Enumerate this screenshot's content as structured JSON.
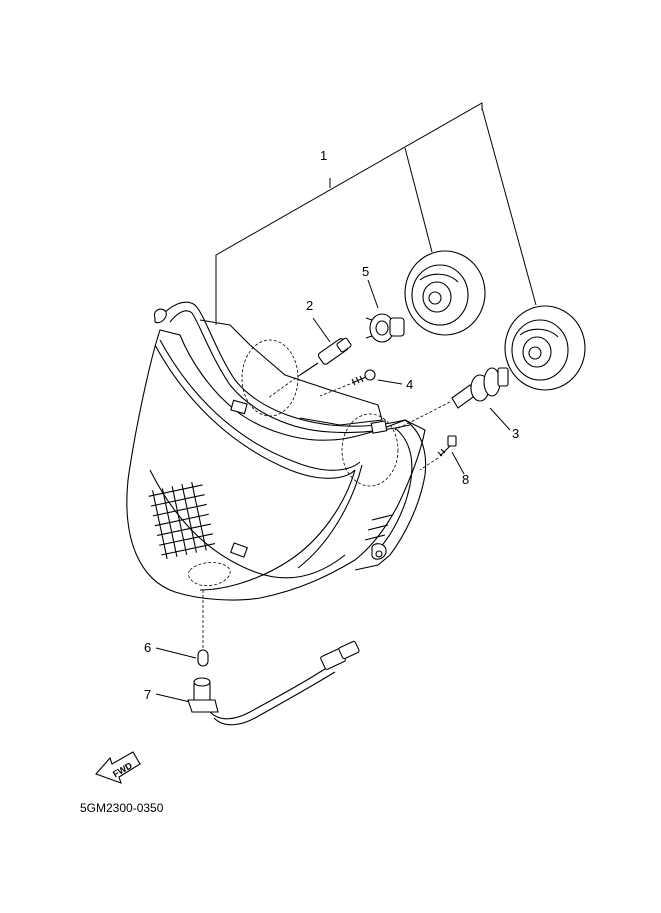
{
  "diagram": {
    "callouts": [
      {
        "id": "1",
        "label": "1"
      },
      {
        "id": "2",
        "label": "2"
      },
      {
        "id": "3",
        "label": "3"
      },
      {
        "id": "4",
        "label": "4"
      },
      {
        "id": "5",
        "label": "5"
      },
      {
        "id": "6",
        "label": "6"
      },
      {
        "id": "7",
        "label": "7"
      },
      {
        "id": "8",
        "label": "8"
      }
    ],
    "fwd_label": "FWD",
    "drawing_code": "5GM2300-0350"
  }
}
